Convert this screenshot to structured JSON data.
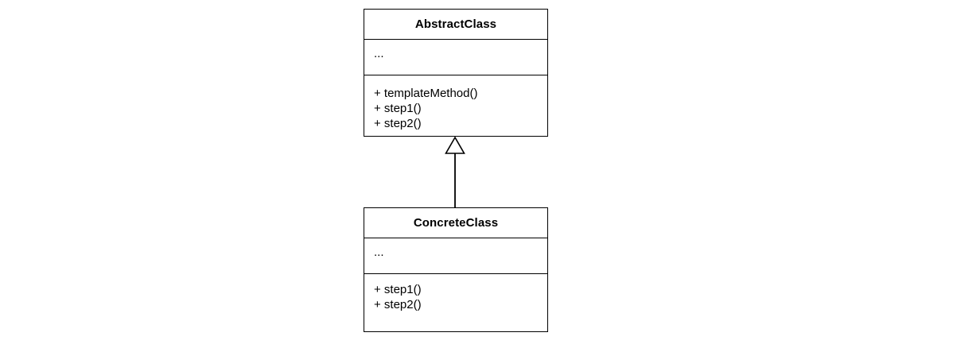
{
  "classes": [
    {
      "name": "AbstractClass",
      "attributes": [
        "..."
      ],
      "methods": [
        "+ templateMethod()",
        "+ step1()",
        "+ step2()"
      ]
    },
    {
      "name": "ConcreteClass",
      "attributes": [
        "..."
      ],
      "methods": [
        "+ step1()",
        "+ step2()"
      ]
    }
  ],
  "relationships": [
    {
      "type": "generalization",
      "from": "ConcreteClass",
      "to": "AbstractClass",
      "arrow_style": "hollow-triangle"
    }
  ],
  "colors": {
    "stroke": "#000000",
    "text": "#000000",
    "background": "#ffffff"
  }
}
